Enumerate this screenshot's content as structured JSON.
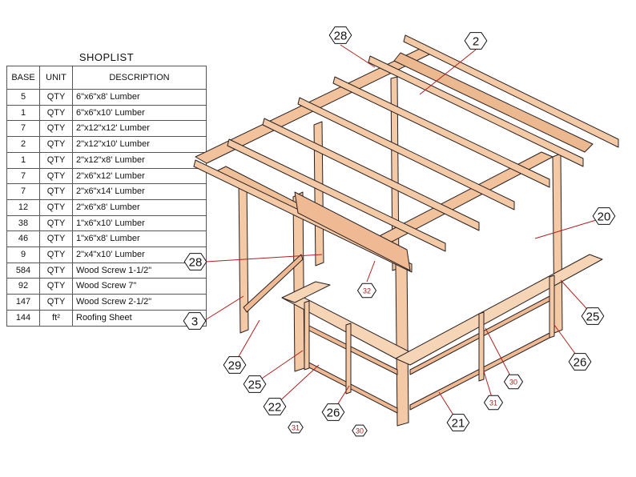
{
  "shoplist": {
    "title": "SHOPLIST",
    "headers": [
      "BASE",
      "UNIT",
      "DESCRIPTION"
    ],
    "rows": [
      {
        "base": "5",
        "unit": "QTY",
        "desc": "6\"x6\"x8' Lumber"
      },
      {
        "base": "1",
        "unit": "QTY",
        "desc": "6\"x6\"x10' Lumber"
      },
      {
        "base": "7",
        "unit": "QTY",
        "desc": "2\"x12\"x12' Lumber"
      },
      {
        "base": "2",
        "unit": "QTY",
        "desc": "2\"x12\"x10' Lumber"
      },
      {
        "base": "1",
        "unit": "QTY",
        "desc": "2\"x12\"x8' Lumber"
      },
      {
        "base": "7",
        "unit": "QTY",
        "desc": "2\"x6\"x12' Lumber"
      },
      {
        "base": "7",
        "unit": "QTY",
        "desc": "2\"x6\"x14' Lumber"
      },
      {
        "base": "12",
        "unit": "QTY",
        "desc": "2\"x6\"x8' Lumber"
      },
      {
        "base": "38",
        "unit": "QTY",
        "desc": "1\"x6\"x10' Lumber"
      },
      {
        "base": "46",
        "unit": "QTY",
        "desc": "1\"x6\"x8' Lumber"
      },
      {
        "base": "9",
        "unit": "QTY",
        "desc": "2\"x4\"x10' Lumber"
      },
      {
        "base": "584",
        "unit": "QTY",
        "desc": "Wood Screw 1-1/2\""
      },
      {
        "base": "92",
        "unit": "QTY",
        "desc": "Wood Screw 7\""
      },
      {
        "base": "147",
        "unit": "QTY",
        "desc": "Wood Screw 2-1/2\""
      },
      {
        "base": "144",
        "unit": "ft²",
        "desc": "Roofing Sheet"
      }
    ]
  },
  "callouts": {
    "c28_top": "28",
    "c2": "2",
    "c20": "20",
    "c28_mid": "28",
    "c32": "32",
    "c3": "3",
    "c25_right": "25",
    "c26_right": "26",
    "c29": "29",
    "c30": "30",
    "c25_left": "25",
    "c31": "31",
    "c22": "22",
    "c26_bottom": "26",
    "c21": "21",
    "c31_small": "31",
    "c30_small": "30"
  },
  "colors": {
    "wood": "#f3c9a6",
    "wood_dark": "#d99a73",
    "outline": "#2a2020",
    "leader": "#b0201e",
    "callout_red": "#a02020"
  }
}
